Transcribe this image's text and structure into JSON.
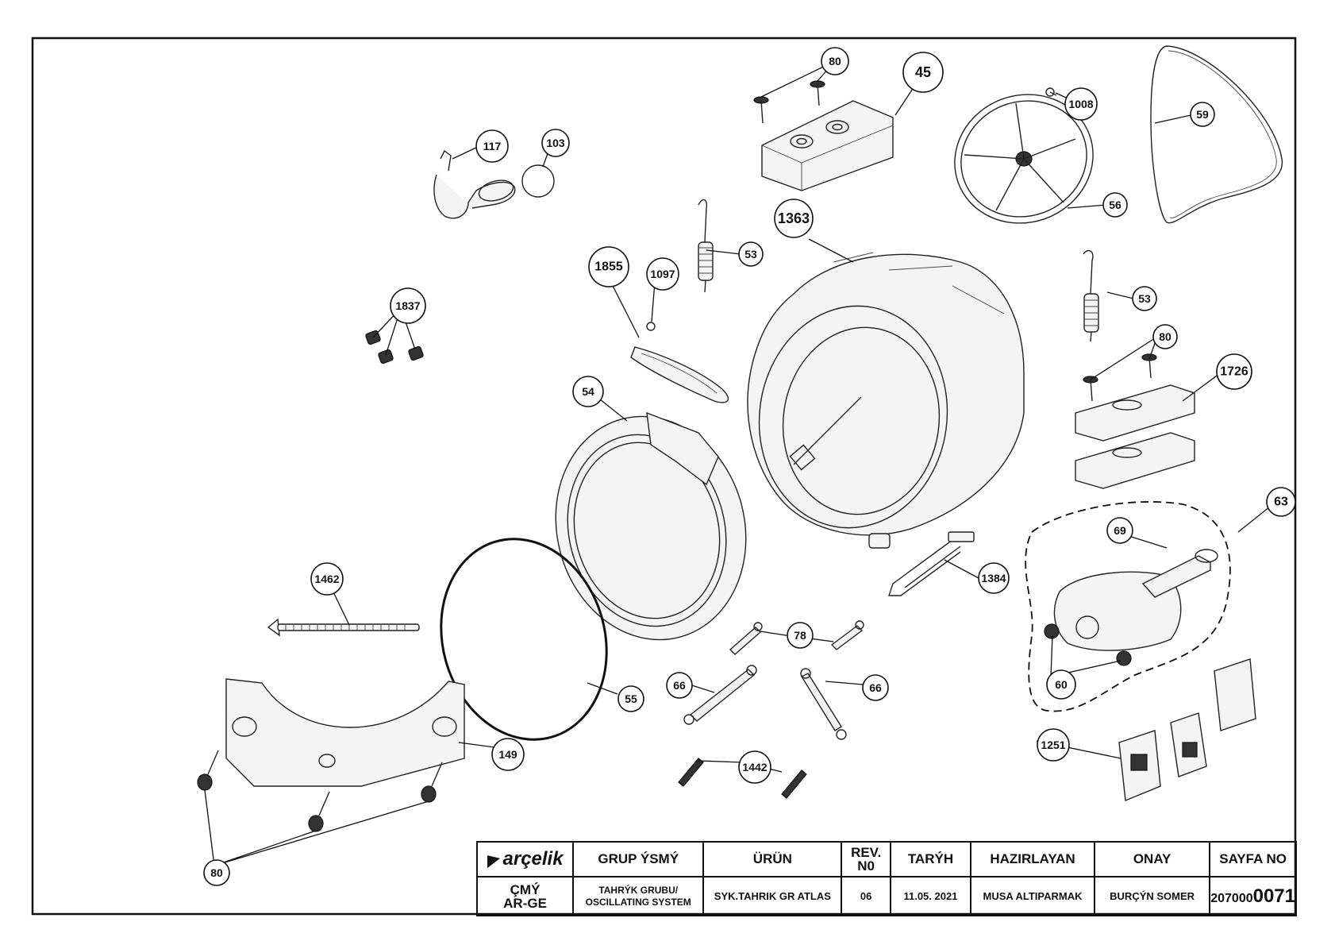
{
  "callouts": {
    "c80_top": "80",
    "c45": "45",
    "c1008": "1008",
    "c59": "59",
    "c117": "117",
    "c103": "103",
    "c56": "56",
    "c1363": "1363",
    "c53_left": "53",
    "c1855": "1855",
    "c1097": "1097",
    "c53_right": "53",
    "c1837": "1837",
    "c80_right": "80",
    "c1726": "1726",
    "c54": "54",
    "c63": "63",
    "c69": "69",
    "c1384": "1384",
    "c1462": "1462",
    "c78": "78",
    "c66_left": "66",
    "c66_right": "66",
    "c60": "60",
    "c55": "55",
    "c149": "149",
    "c1251": "1251",
    "c1442": "1442",
    "c80_bottom": "80"
  },
  "title_block": {
    "brand": "arçelik",
    "dept": "ÇMÝ\nAR-GE",
    "headers": {
      "group": "GRUP ÝSMÝ",
      "product": "ÜRÜN",
      "rev": "REV.\nN0",
      "date": "TARÝH",
      "prepared": "HAZIRLAYAN",
      "approval": "ONAY",
      "page": "SAYFA NO"
    },
    "values": {
      "group": "TAHRÝK GRUBU/\nOSCILLATING SYSTEM",
      "product": "SYK.TAHRIK GR ATLAS",
      "rev": "06",
      "date": "11.05. 2021",
      "prepared": "MUSA ALTIPARMAK",
      "approval": "BURÇÝN SOMER",
      "page_prefix": "207000",
      "page_suffix": "0071"
    }
  }
}
